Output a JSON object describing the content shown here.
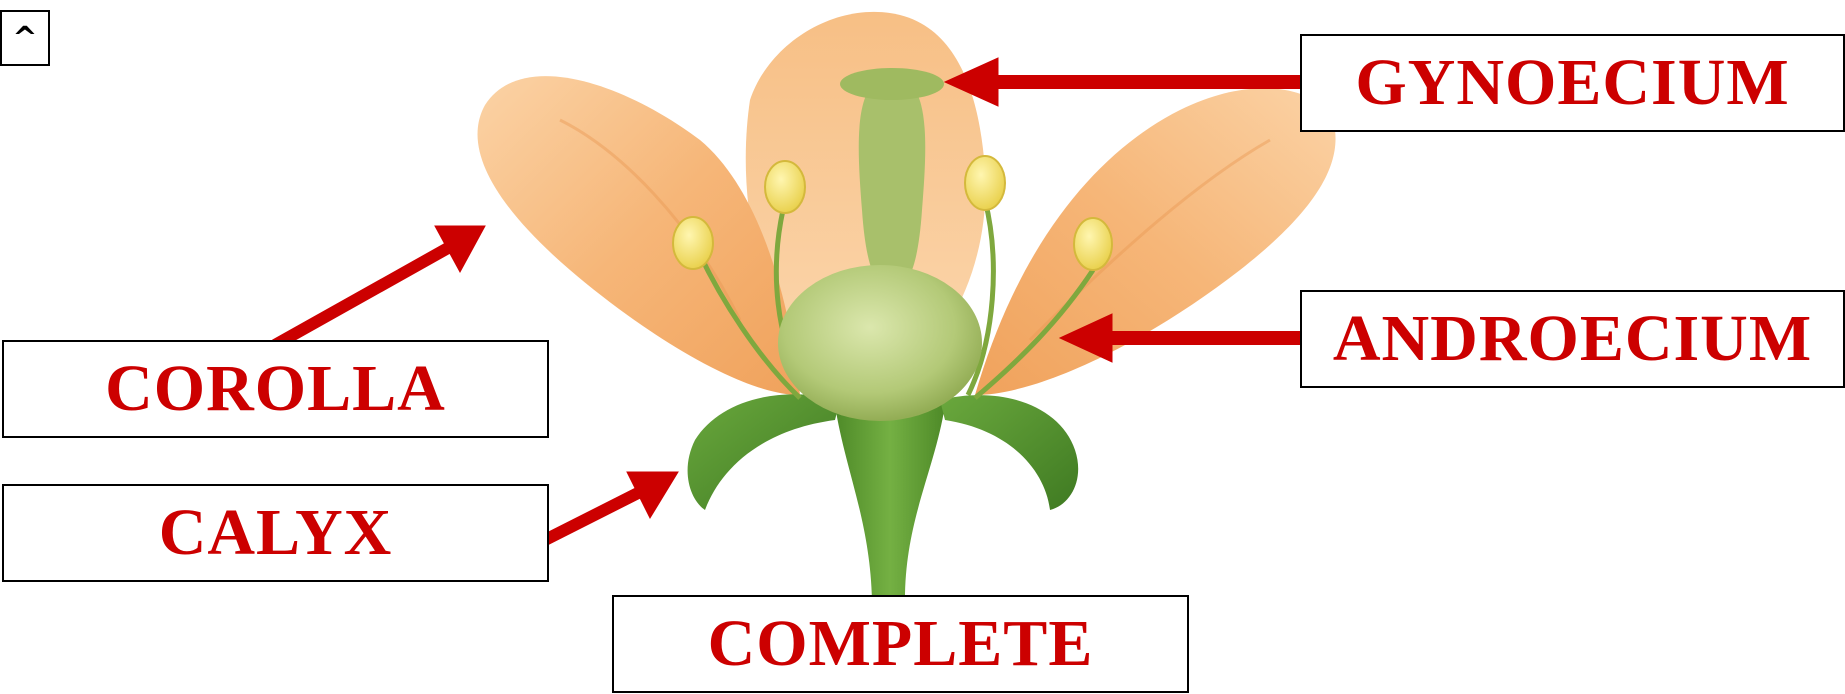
{
  "corner_button": {
    "glyph": "^"
  },
  "labels": {
    "gynoecium": "GYNOECIUM",
    "androecium": "ANDROECIUM",
    "corolla": "COROLLA",
    "calyx": "CALYX",
    "complete": "COMPLETE"
  },
  "colors": {
    "label_text": "#cc0000",
    "arrow": "#cc0000",
    "petal": "#f5b57a",
    "sepal": "#4f8f2c",
    "stem": "#5a9a30",
    "pistil": "#a9c46a",
    "anther": "#f2e06b"
  }
}
